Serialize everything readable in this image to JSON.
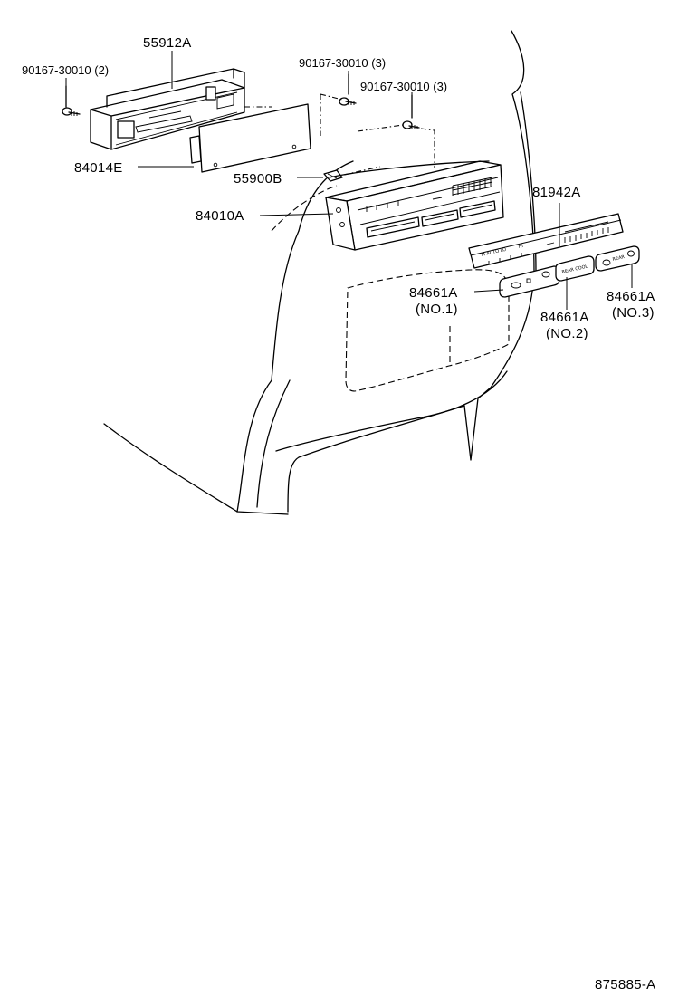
{
  "labels": {
    "bracket": "55912A",
    "screw_left": "90167-30010 (2)",
    "screw_mid": "90167-30010 (3)",
    "screw_right": "90167-30010 (3)",
    "plate": "84014E",
    "knob": "55900B",
    "control": "84010A",
    "panel": "81942A",
    "switch1": "84661A",
    "switch1_sub": "(NO.1)",
    "switch2": "84661A",
    "switch2_sub": "(NO.2)",
    "switch3": "84661A",
    "switch3_sub": "(NO.3)",
    "figure_code": "875885-A"
  },
  "panel_text": {
    "auto": "M AUTO LO",
    "hi": "HI",
    "rear_cool": "REAR COOL",
    "rear": "REAR"
  }
}
